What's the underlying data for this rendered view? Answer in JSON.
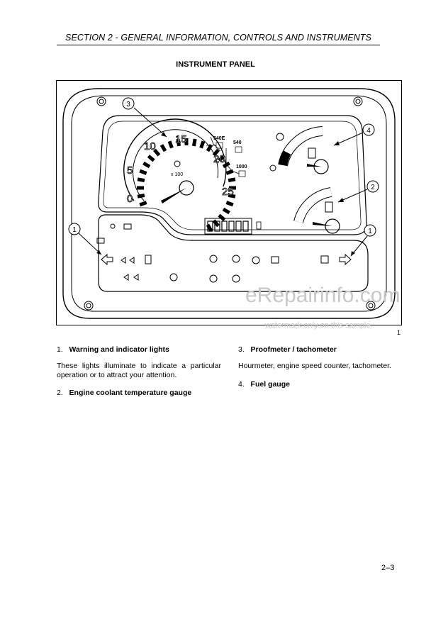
{
  "header": {
    "section_title": "SECTION 2  - GENERAL INFORMATION, CONTROLS AND INSTRUMENTS"
  },
  "figure": {
    "title": "INSTRUMENT PANEL",
    "number": "1",
    "callouts": [
      "1",
      "2",
      "3",
      "4",
      "1"
    ],
    "tach_labels": [
      "0",
      "5",
      "10",
      "15",
      "20",
      "25"
    ],
    "tach_unit": "x 100",
    "pto_labels": [
      "540E",
      "540",
      "1000"
    ]
  },
  "watermark": {
    "brand": "eRepairinfo.com",
    "note": "watermark only on this sample"
  },
  "items": [
    {
      "num": "1.",
      "title": "Warning and indicator lights",
      "text": "These lights illuminate to indicate a particular operation  or to attract your attention."
    },
    {
      "num": "2.",
      "title": "Engine coolant temperature gauge"
    },
    {
      "num": "3.",
      "title": "Proofmeter / tachometer",
      "text": "Hourmeter, engine speed counter, tachometer."
    },
    {
      "num": "4.",
      "title": "Fuel gauge"
    }
  ],
  "page_number": "2–3"
}
